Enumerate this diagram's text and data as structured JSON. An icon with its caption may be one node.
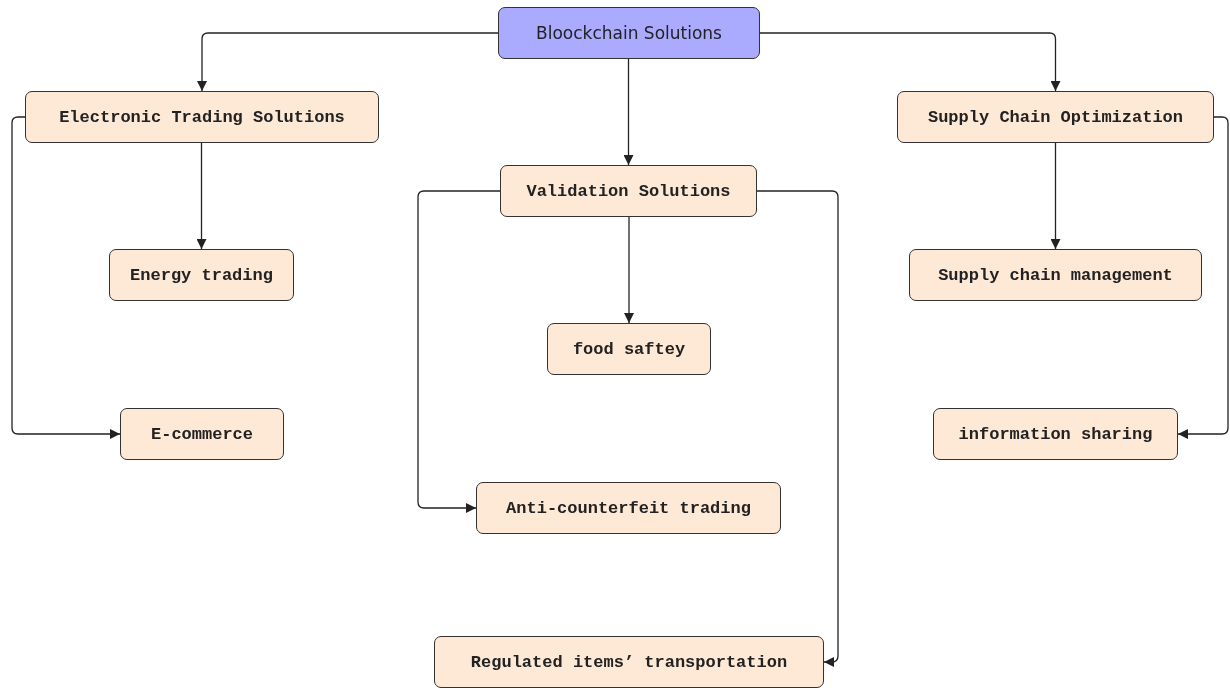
{
  "diagram": {
    "nodes": [
      {
        "text": [
          "Bloockchain Solutions"
        ]
      },
      {
        "text": [
          "Electronic Trading Solutions"
        ]
      },
      {
        "text": [
          "Validation Solutions"
        ]
      },
      {
        "text": [
          "Supply Chain Optimization"
        ]
      },
      {
        "text": [
          "Energy trading"
        ]
      },
      {
        "text": [
          "E-commerce"
        ]
      },
      {
        "text": [
          "food saftey"
        ]
      },
      {
        "text": [
          "Anti-counterfeit trading"
        ]
      },
      {
        "text": [
          "Supply chain management"
        ]
      },
      {
        "text": [
          "information sharing"
        ]
      },
      {
        "text": [
          "Regulated items’ transportation"
        ]
      }
    ],
    "edges": [
      {
        "from": 0,
        "to": 1,
        "arrow": "to"
      },
      {
        "from": 0,
        "to": 2,
        "arrow": "to"
      },
      {
        "from": 0,
        "to": 3,
        "arrow": "to"
      },
      {
        "from": 1,
        "to": 4,
        "arrow": "to"
      },
      {
        "from": 1,
        "to": 5,
        "arrow": "to"
      },
      {
        "from": 2,
        "to": 6,
        "arrow": "to"
      },
      {
        "from": 2,
        "to": 7,
        "arrow": "to"
      },
      {
        "from": 2,
        "to": 10,
        "arrow": "to"
      },
      {
        "from": 3,
        "to": 8,
        "arrow": "to"
      },
      {
        "from": 3,
        "to": 9,
        "arrow": "to"
      }
    ]
  }
}
